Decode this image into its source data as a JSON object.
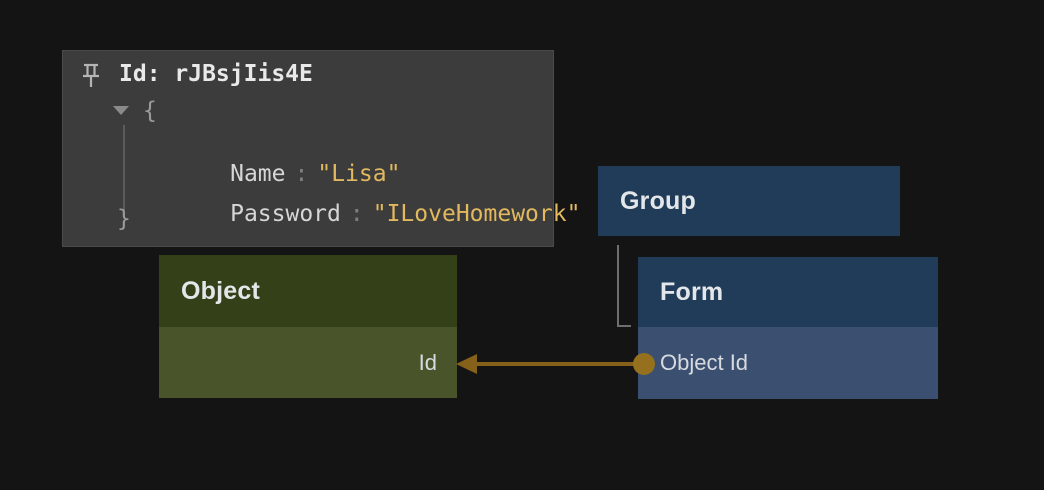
{
  "canvas": {
    "background": "#141414"
  },
  "inspector": {
    "pinned_id": "Id: rJBsjIis4E",
    "disclosure_state": "expanded",
    "open_brace": "{",
    "close_brace": "}",
    "entries": [
      {
        "key": "Name",
        "sep": ":",
        "value": "\"Lisa\""
      },
      {
        "key": "Password",
        "sep": ":",
        "value": "\"ILoveHomework\""
      }
    ],
    "colors": {
      "background": "#3c3c3c",
      "key_text": "#d6d6d6",
      "value_text": "#e2b95e",
      "punctuation": "#9b9b9b"
    }
  },
  "nodes": {
    "object": {
      "title": "Object",
      "output_field": "Id",
      "header_color": "#344018",
      "body_color": "#4a542a"
    },
    "group": {
      "title": "Group",
      "header_color": "#213c59"
    },
    "form": {
      "title": "Form",
      "input_field": "Object Id",
      "header_color": "#213c59",
      "body_color": "#3b5070"
    }
  },
  "connections": {
    "data_connection": {
      "from": "Form.Object Id",
      "to": "Object.Id",
      "line_color": "#86611a",
      "dot_color": "#95701e"
    },
    "hierarchy_connector_color": "#6e6e6e"
  }
}
